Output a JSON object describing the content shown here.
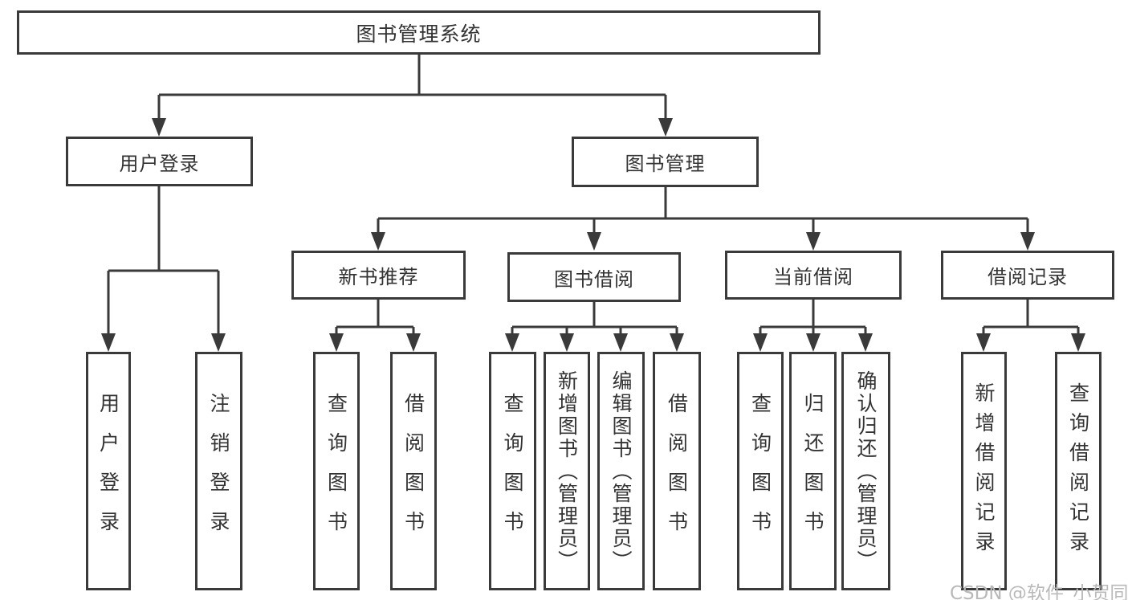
{
  "diagram": {
    "title": "图书管理系统",
    "root": {
      "label": "图书管理系统"
    },
    "level1": [
      {
        "label": "用户登录"
      },
      {
        "label": "图书管理"
      }
    ],
    "level2": [
      {
        "label": "新书推荐"
      },
      {
        "label": "图书借阅"
      },
      {
        "label": "当前借阅"
      },
      {
        "label": "借阅记录"
      }
    ],
    "leaves": [
      {
        "label": "用户登录"
      },
      {
        "label": "注销登录"
      },
      {
        "label": "查询图书"
      },
      {
        "label": "借阅图书"
      },
      {
        "label": "查询图书"
      },
      {
        "label": "新增图书（管理员）"
      },
      {
        "label": "编辑图书（管理员）"
      },
      {
        "label": "借阅图书"
      },
      {
        "label": "查询图书"
      },
      {
        "label": "归还图书"
      },
      {
        "label": "确认归还（管理员）"
      },
      {
        "label": "新增借阅记录"
      },
      {
        "label": "查询借阅记录"
      }
    ],
    "line_color": "#3a3a3a"
  },
  "watermark": {
    "text": "CSDN @软件_小贺同学",
    "color": "#b9b9b9"
  }
}
